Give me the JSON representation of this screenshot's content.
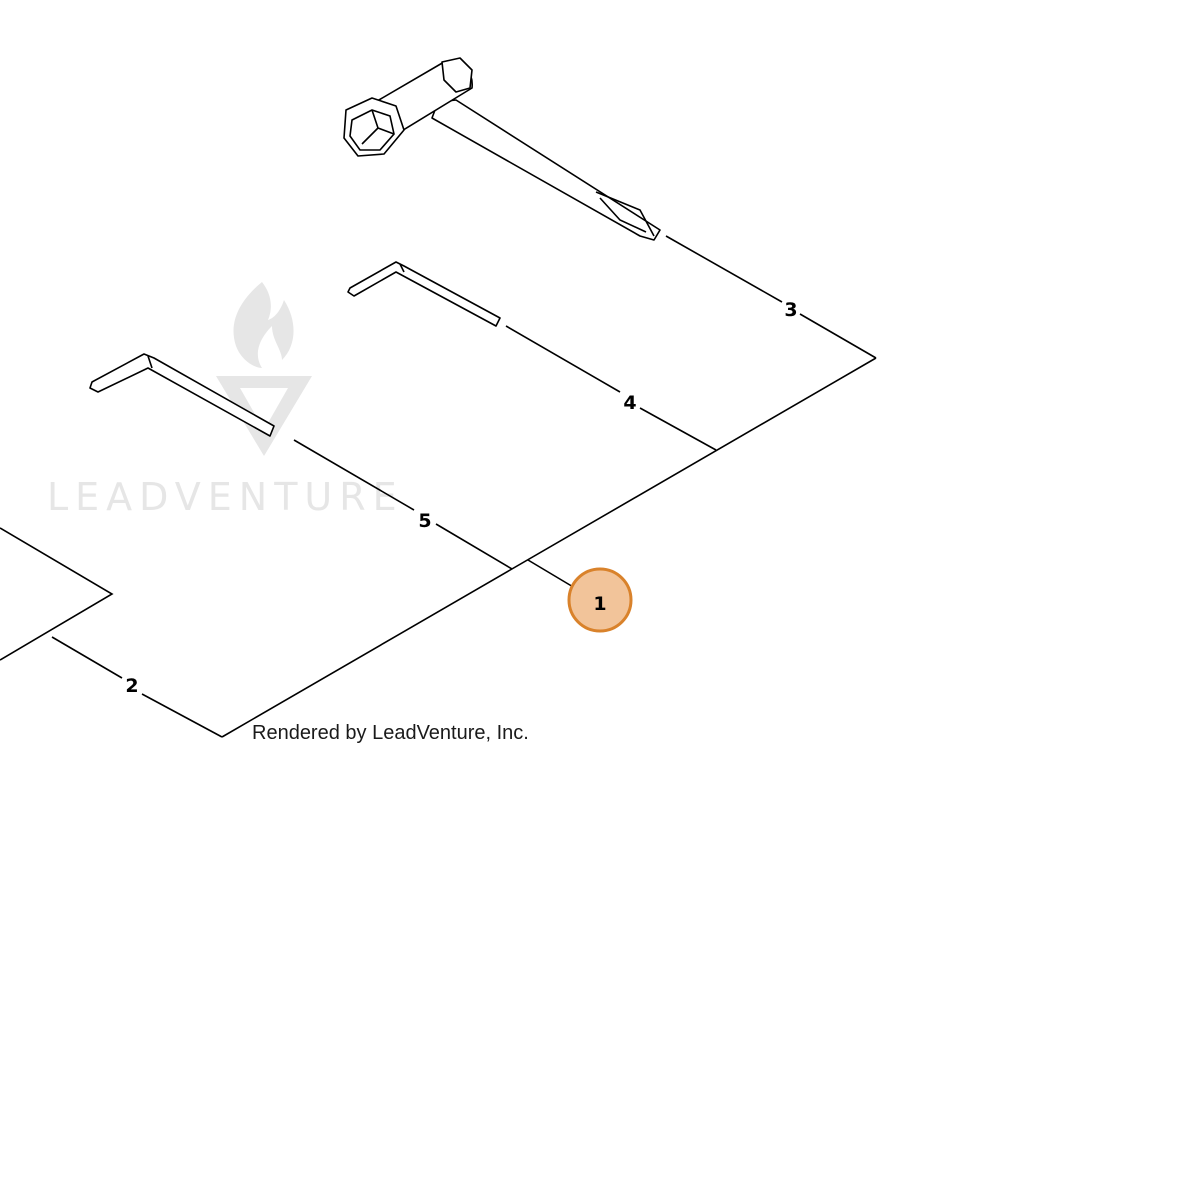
{
  "watermark": {
    "text": "LEADVENTURE",
    "color": "#e6e6e6"
  },
  "credit": "Rendered by LeadVenture, Inc.",
  "callouts": [
    {
      "label": "1",
      "highlighted": true
    },
    {
      "label": "2",
      "highlighted": false
    },
    {
      "label": "3",
      "highlighted": false
    },
    {
      "label": "4",
      "highlighted": false
    },
    {
      "label": "5",
      "highlighted": false
    }
  ],
  "colors": {
    "highlight_fill": "#f2c49a",
    "highlight_stroke": "#d9822b",
    "line": "#000000"
  },
  "icons": {
    "tool_3": "spark-plug-wrench-icon",
    "tool_4": "small-hex-key-icon",
    "tool_5": "large-hex-key-icon"
  }
}
